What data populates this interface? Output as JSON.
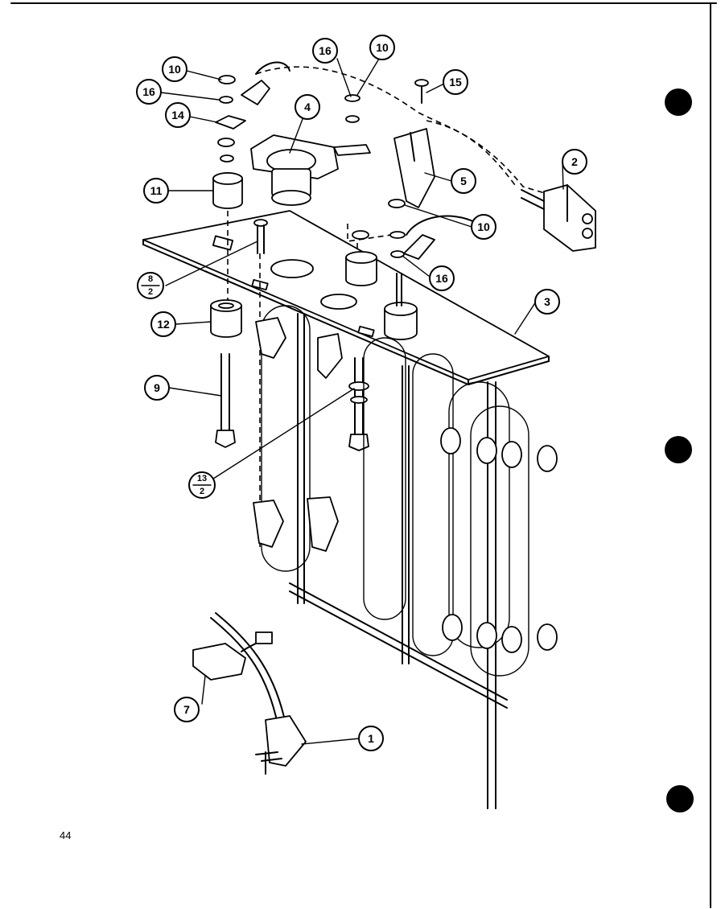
{
  "callouts": {
    "c1": "1",
    "c2": "2",
    "c3": "3",
    "c4": "4",
    "c5": "5",
    "c7": "7",
    "c9": "9",
    "c10a": "10",
    "c10b": "10",
    "c10c": "10",
    "c11": "11",
    "c12": "12",
    "c14": "14",
    "c15": "15",
    "c16a": "16",
    "c16b": "16",
    "c16c": "16",
    "c8_num": "8",
    "c8_den": "2",
    "c13_num": "13",
    "c13_den": "2"
  },
  "page_number": "44"
}
